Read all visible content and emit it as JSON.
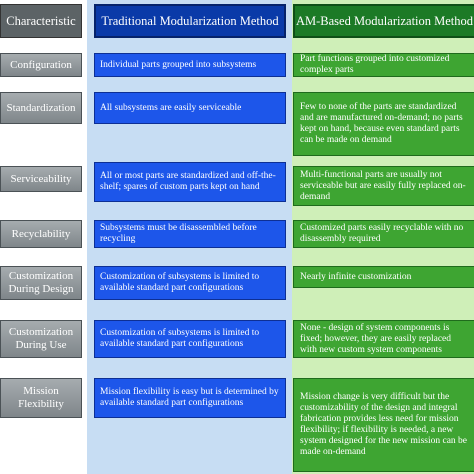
{
  "headers": {
    "characteristic": "Characteristic",
    "traditional": "Traditional Modularization Method",
    "am_based": "AM-Based Modularization Method"
  },
  "rows": [
    {
      "characteristic": "Configuration",
      "traditional": "Individual parts grouped into subsystems",
      "am_based": "Part functions grouped into customized complex parts"
    },
    {
      "characteristic": "Standardization",
      "traditional": "All subsystems are easily serviceable",
      "am_based": "Few to none of the parts are standardized and are manufactured on-demand; no parts kept on hand, because even standard parts can be made on demand"
    },
    {
      "characteristic": "Serviceability",
      "traditional": "All or most parts are standardized and off-the-shelf; spares of custom parts kept on hand",
      "am_based": "Multi-functional parts are usually not serviceable but are easily fully replaced on-demand"
    },
    {
      "characteristic": "Recyclability",
      "traditional": "Subsystems must be disassembled before recycling",
      "am_based": "Customized parts easily recyclable with no disassembly required"
    },
    {
      "characteristic": "Customization During Design",
      "traditional": "Customization of subsystems is limited to available standard part configurations",
      "am_based": "Nearly infinite customization"
    },
    {
      "characteristic": "Customization During Use",
      "traditional": "Customization of subsystems is limited to available standard part configurations",
      "am_based": "None - design of system components is fixed; however, they are easily replaced with new custom system components"
    },
    {
      "characteristic": "Mission Flexibility",
      "traditional": "Mission flexibility is easy but is determined by available standard part configurations",
      "am_based": "Mission change is very difficult but the customizability of the design and integral fabrication provides less need for mission flexibility; if flexibility is needed, a new system designed for the new mission can be made on-demand"
    }
  ]
}
